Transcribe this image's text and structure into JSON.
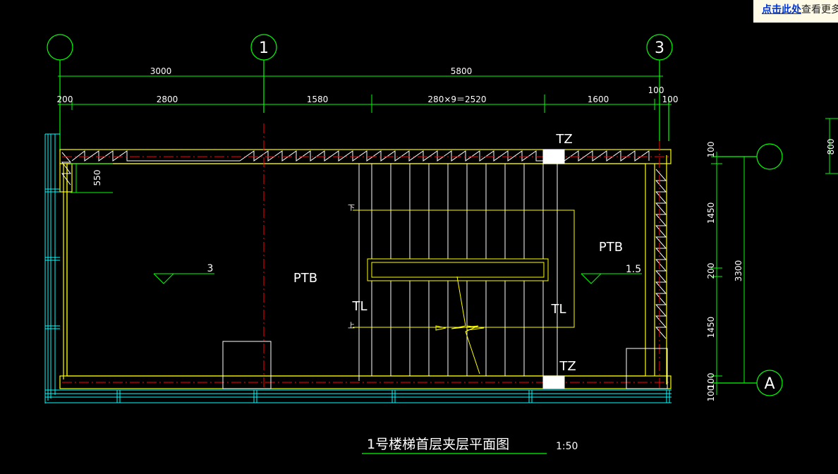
{
  "banner": {
    "link_text": "点击此处",
    "rest_text": "查看更多"
  },
  "grid_axes": {
    "left": "",
    "middle": "1",
    "right": "3",
    "row_top": "",
    "row_bottom": "A"
  },
  "dims_top": {
    "overall_left": "3000",
    "overall_right": "5800",
    "seg_200": "200",
    "seg_2800": "2800",
    "seg_1580": "1580",
    "seg_stairs": "280×9＝2520",
    "seg_1600": "1600",
    "seg_100a": "100",
    "seg_100b": "100"
  },
  "dims_right": {
    "top_100": "100",
    "seg_1450a": "1450",
    "seg_200": "200",
    "seg_1450b": "1450",
    "bot_100a": "100",
    "bot_100b": "100",
    "overall": "3300",
    "far_800": "800"
  },
  "labels": {
    "tz_top": "TZ",
    "tz_bottom": "TZ",
    "ptb_left": "PTB",
    "ptb_right": "PTB",
    "tl_left": "TL",
    "tl_right": "TL",
    "level_left": "3",
    "level_right": "1.5",
    "dim_550": "550",
    "arrow_down": "下",
    "arrow_up": "上"
  },
  "title": {
    "text": "1号楼梯首层夹层平面图",
    "scale": "1:50"
  },
  "colors": {
    "background": "#000000",
    "green": "#00ff00",
    "white": "#ffffff",
    "yellow": "#ffff00",
    "red": "#ff0000",
    "cyan": "#00ffff"
  }
}
